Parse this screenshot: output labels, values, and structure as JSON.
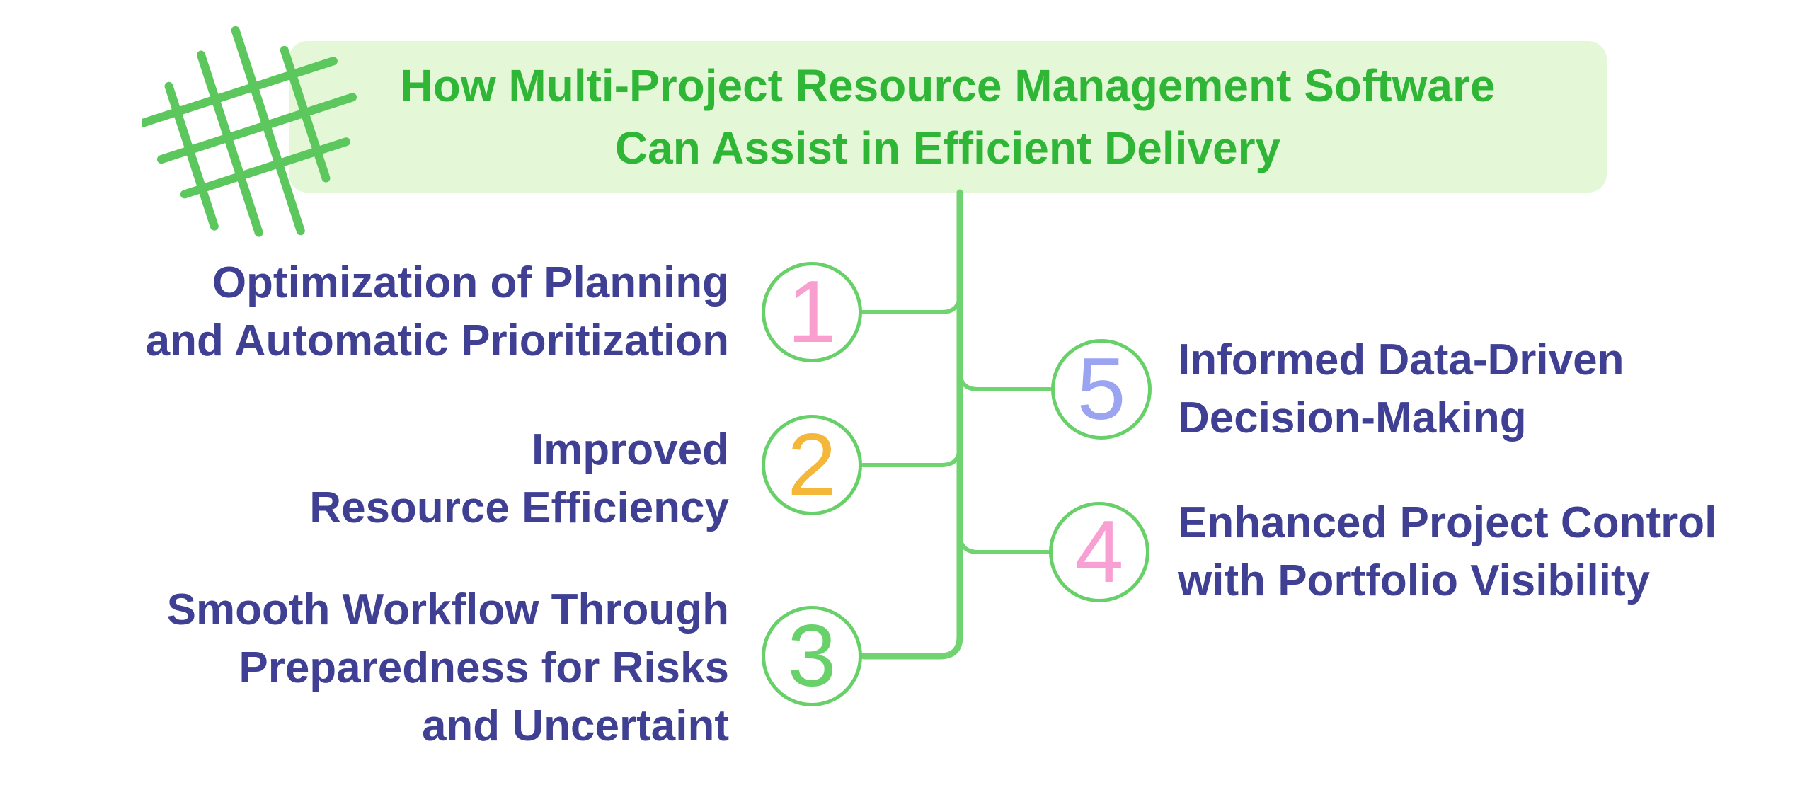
{
  "title": {
    "lines": [
      "How Multi-Project Resource Management Software",
      "Can Assist in Efficient Delivery"
    ]
  },
  "items": [
    {
      "number": "1",
      "side": "left",
      "number_color": "#f89fd0",
      "lines": [
        "Optimization of Planning",
        "and Automatic Prioritization"
      ]
    },
    {
      "number": "2",
      "side": "left",
      "number_color": "#f5b73a",
      "lines": [
        "Improved",
        "Resource Efficiency"
      ]
    },
    {
      "number": "3",
      "side": "left",
      "number_color": "#69d169",
      "lines": [
        "Smooth Workflow Through",
        "Preparedness for Risks",
        "and Uncertaint"
      ]
    },
    {
      "number": "4",
      "side": "right",
      "number_color": "#f89fd4",
      "lines": [
        "Enhanced Project Control",
        "with Portfolio Visibility"
      ]
    },
    {
      "number": "5",
      "side": "right",
      "number_color": "#9ba4f0",
      "lines": [
        "Informed Data-Driven",
        "Decision-Making"
      ]
    }
  ],
  "icons": {
    "hash_doodle": "hash-grid-doodle"
  },
  "colors": {
    "title_text": "#2fb636",
    "title_background": "#e4f8d8",
    "connector_green": "#6fd36f",
    "circle_border_green": "#68d068",
    "doodle_green": "#5cc75c",
    "label_text": "#3f4094",
    "number_1": "#f89fd0",
    "number_2": "#f5b73a",
    "number_3": "#69d169",
    "number_4": "#f89fd4",
    "number_5": "#9ba4f0",
    "background": "#ffffff"
  }
}
